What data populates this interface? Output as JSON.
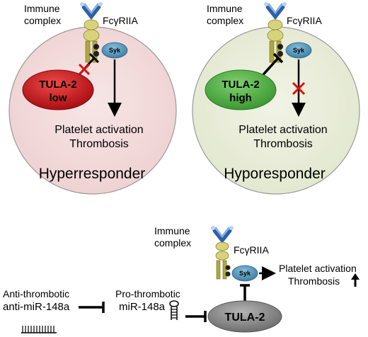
{
  "left_panel": {
    "immune_line1": "Immune",
    "immune_line2": "complex",
    "receptor": "FcγRIIA",
    "syk": "Syk",
    "tula_line1": "TULA-2",
    "tula_line2": "low",
    "outcome_line1": "Platelet activation",
    "outcome_line2": "Thrombosis",
    "phenotype": "Hyperresponder",
    "phosphate": "P"
  },
  "right_panel": {
    "immune_line1": "Immune",
    "immune_line2": "complex",
    "receptor": "FcγRIIA",
    "syk": "Syk",
    "tula_line1": "TULA-2",
    "tula_line2": "high",
    "outcome_line1": "Platelet activation",
    "outcome_line2": "Thrombosis",
    "phenotype": "Hyporesponder",
    "phosphate": "P"
  },
  "bottom_panel": {
    "immune_line1": "Immune",
    "immune_line2": "complex",
    "receptor": "FcγRIIA",
    "syk": "Syk",
    "outcome_line1": "Platelet activation",
    "outcome_line2": "Thrombosis",
    "tula": "TULA-2",
    "anti_label": "Anti-thrombotic",
    "anti_mirna": "anti-miR-148a",
    "pro_label": "Pro-thrombotic",
    "mirna": "miR-148a",
    "phosphate": "P"
  },
  "colors": {
    "left_cell": "#f3dadb",
    "right_cell": "#eaeedc",
    "tula_low": "#c8141a",
    "tula_high": "#4caa3e",
    "tula_neutral": "#8a8a8a",
    "syk": "#4f8fb5",
    "receptor": "#b8b04a",
    "inhibit_mark": "#dd1111",
    "anti_text": "#4fa63a",
    "pro_text": "#d02020"
  }
}
